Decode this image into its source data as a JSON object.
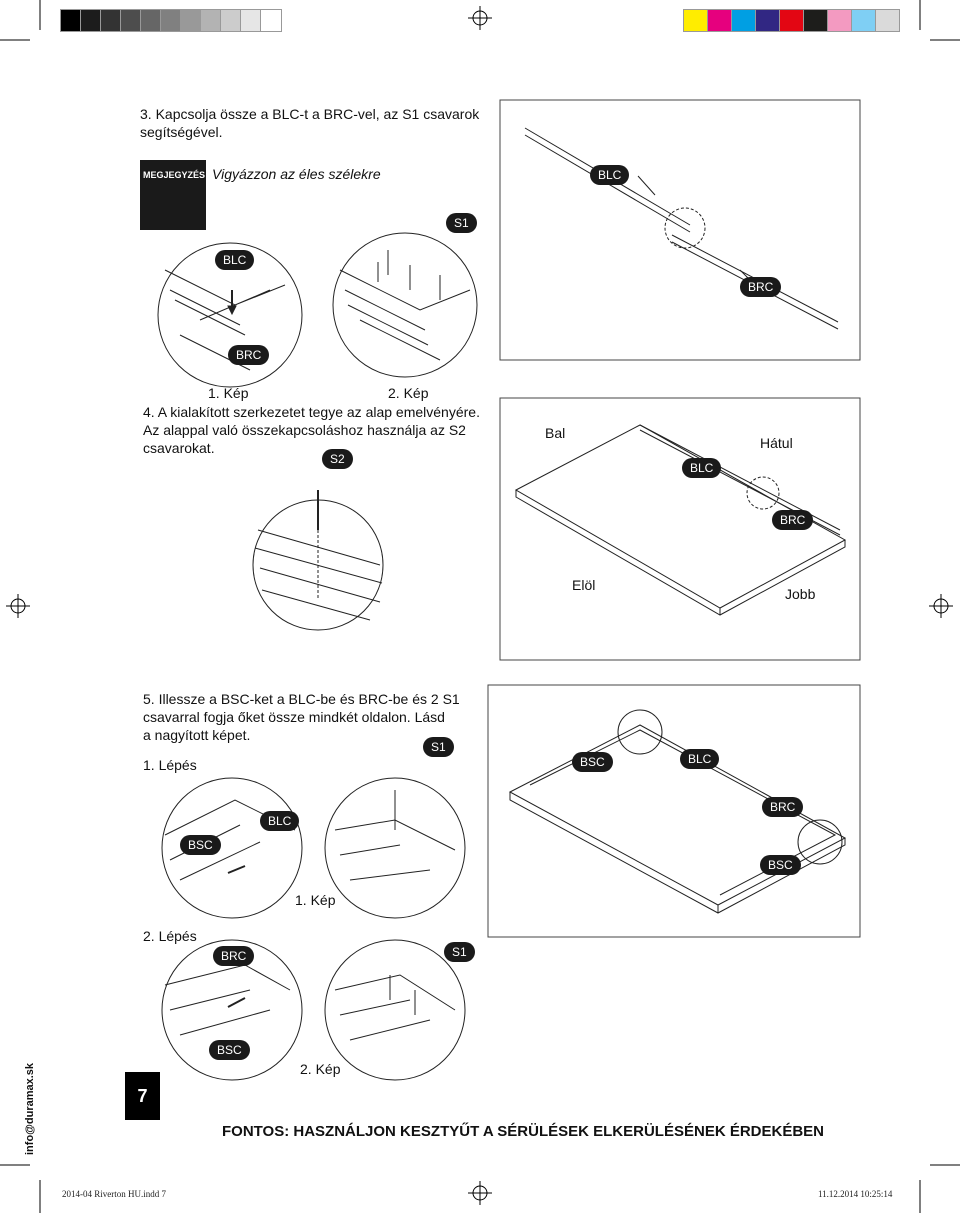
{
  "step3": {
    "text_line1": "3. Kapcsolja össze a BLC-t a BRC-vel, az S1 csavarok",
    "text_line2": "segítségével.",
    "note_label": "MEGJEGYZÉS",
    "note_text": "Vigyázzon az éles szélekre",
    "caption1": "1. Kép",
    "caption2": "2. Kép",
    "labels": {
      "blc": "BLC",
      "brc": "BRC",
      "s1": "S1",
      "blc_big": "BLC",
      "brc_big": "BRC"
    }
  },
  "step4": {
    "text_line1": "4. A kialakított szerkezetet tegye az alap emelvényére.",
    "text_line2": "Az alappal való összekapcsoláshoz használja az S2",
    "text_line3": "csavarokat.",
    "labels": {
      "s2": "S2",
      "blc": "BLC",
      "brc": "BRC"
    },
    "bal": "Bal",
    "hatul": "Hátul",
    "elol": "Elöl",
    "jobb": "Jobb"
  },
  "step5": {
    "text_line1": "5. Illessze a BSC-ket a BLC-be és BRC-be és 2 S1",
    "text_line2": "csavarral fogja őket össze mindkét oldalon. Lásd",
    "text_line3": "a nagyított képet.",
    "step1": "1. Lépés",
    "step2": "2. Lépés",
    "caption1": "1. Kép",
    "caption2": "2. Kép",
    "labels": {
      "s1a": "S1",
      "blc_a": "BLC",
      "bsc_a": "BSC",
      "brc_b": "BRC",
      "bsc_b": "BSC",
      "s1b": "S1",
      "bsc_big1": "BSC",
      "blc_big": "BLC",
      "brc_big": "BRC",
      "bsc_big2": "BSC"
    }
  },
  "footer": {
    "page_number": "7",
    "warning": "FONTOS: HASZNÁLJON KESZTYŰT A SÉRÜLÉSEK ELKERÜLÉSÉNEK ÉRDEKÉBEN",
    "side_text": "info@duramax.sk",
    "file_info": "2014-04 Riverton HU.indd   7",
    "timestamp": "11.12.2014   10:25:14"
  },
  "colors": {
    "gray_bar": [
      "#000000",
      "#1c1c1c",
      "#333333",
      "#4d4d4d",
      "#666666",
      "#808080",
      "#999999",
      "#b3b3b3",
      "#cccccc",
      "#e6e6e6",
      "#ffffff"
    ],
    "color_bar": [
      "#ffed00",
      "#e6007e",
      "#009fe3",
      "#312783",
      "#e30613",
      "#1d1d1b",
      "#f39ac1",
      "#7fcff4",
      "#dadada"
    ]
  }
}
